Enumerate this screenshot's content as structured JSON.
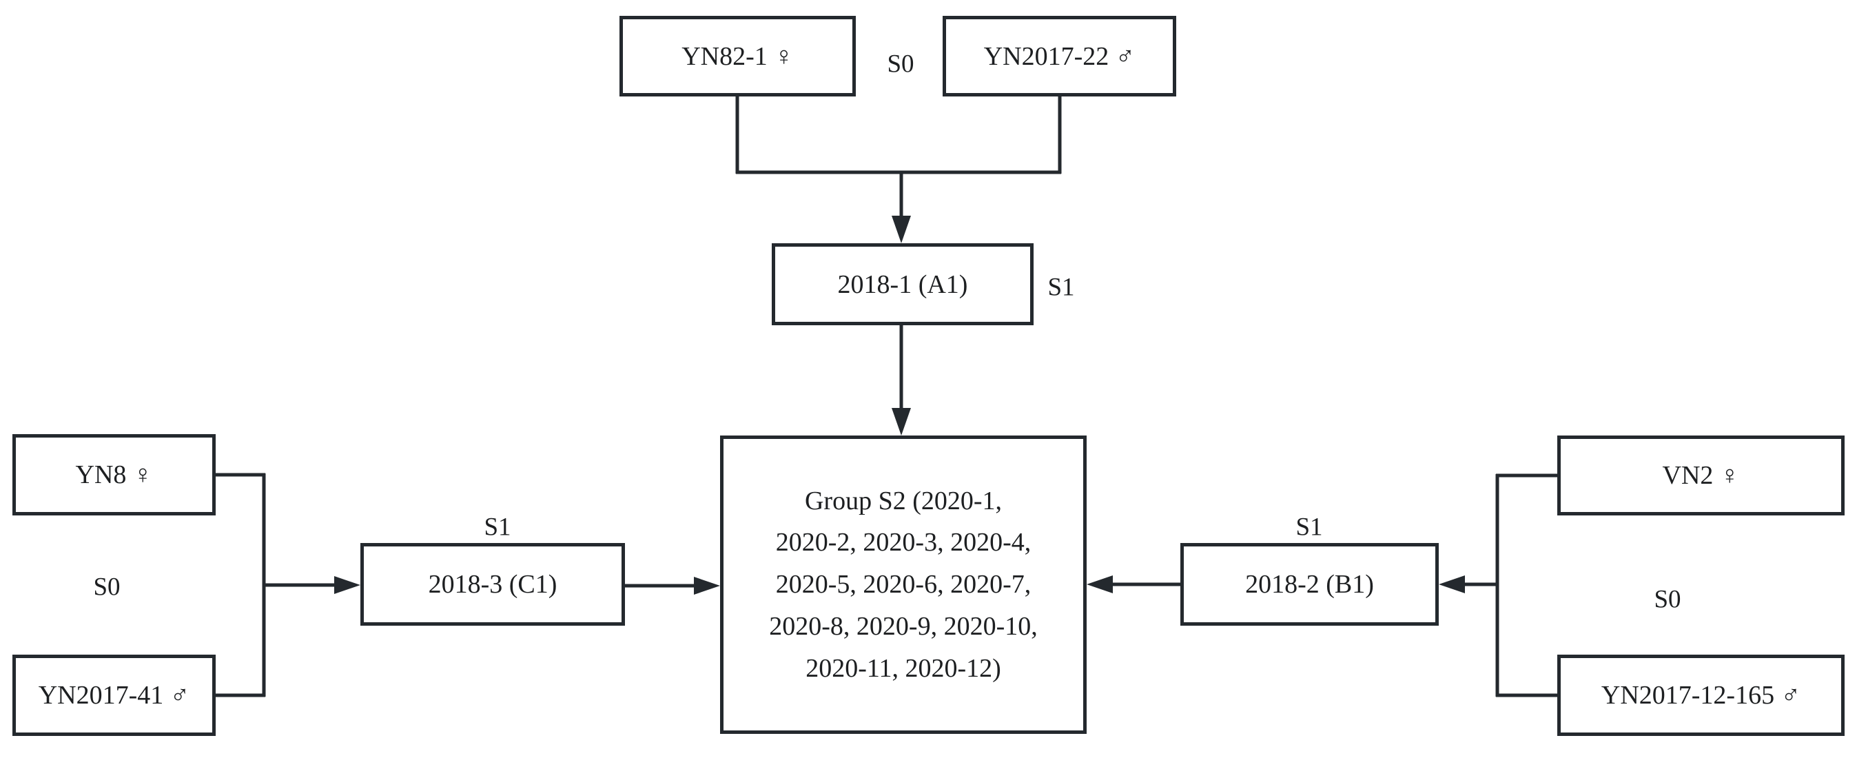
{
  "colors": {
    "line": "#24292e",
    "text": "#1d1f21",
    "background": "#ffffff"
  },
  "top_cross": {
    "female_parent": "YN82-1 ♀",
    "stage": "S0",
    "male_parent": "YN2017-22 ♂",
    "offspring": "2018-1 (A1)",
    "offspring_stage": "S1"
  },
  "left_cross": {
    "female_parent": "YN8 ♀",
    "stage": "S0",
    "male_parent": "YN2017-41 ♂",
    "offspring": "2018-3 (C1)",
    "offspring_stage": "S1"
  },
  "right_cross": {
    "female_parent": "VN2 ♀",
    "stage": "S0",
    "male_parent": "YN2017-12-165 ♂",
    "offspring": "2018-2 (B1)",
    "offspring_stage": "S1"
  },
  "center_group": {
    "label": "Group S2 (2020-1,\n2020-2, 2020-3, 2020-4,\n2020-5, 2020-6, 2020-7,\n2020-8, 2020-9, 2020-10,\n2020-11, 2020-12)"
  }
}
